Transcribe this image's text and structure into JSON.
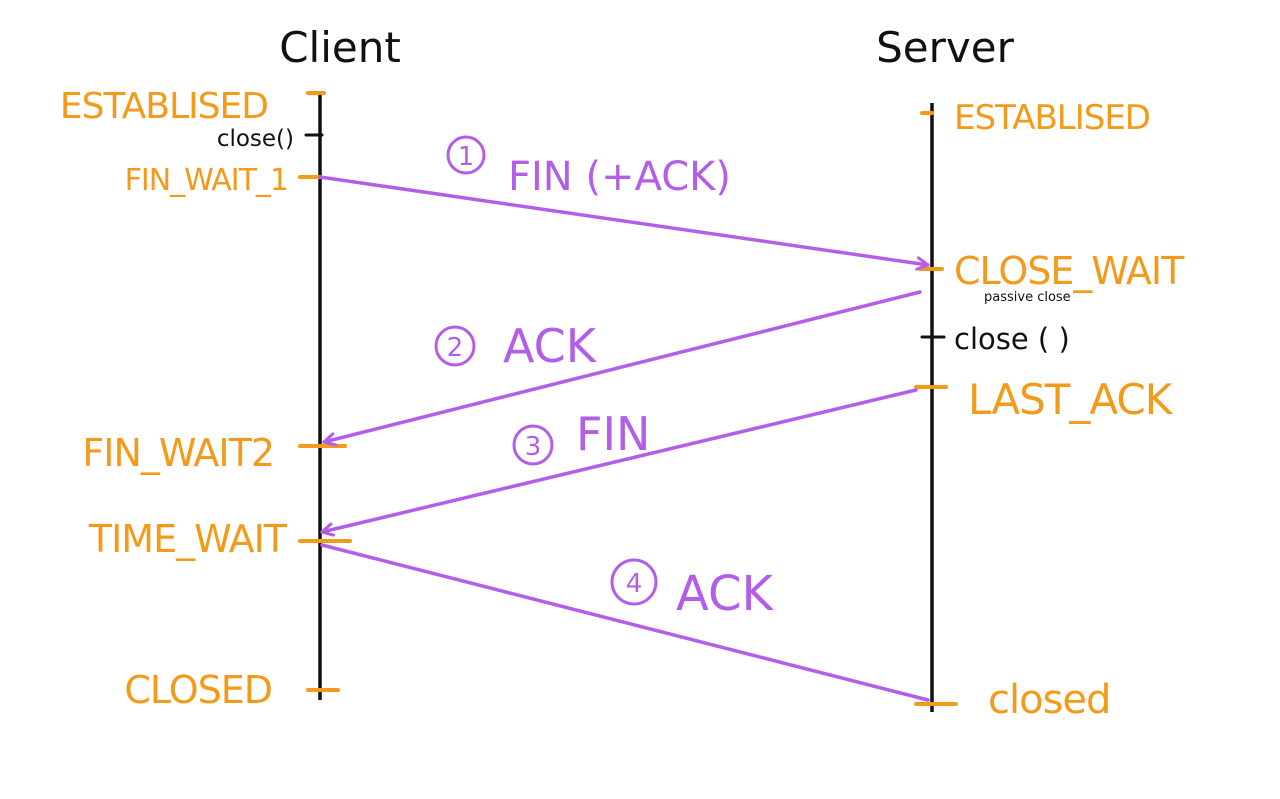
{
  "actors": {
    "client": "Client",
    "server": "Server"
  },
  "client_states": {
    "established": "ESTABLISED",
    "close_call": "close()",
    "fin_wait_1": "FIN_WAIT_1",
    "fin_wait_2": "FIN_WAIT2",
    "time_wait": "TIME_WAIT",
    "closed": "CLOSED"
  },
  "server_states": {
    "established": "ESTABLISED",
    "close_wait": "CLOSE_WAIT",
    "passive_close_note": "passive close",
    "close_call": "close ( )",
    "last_ack": "LAST_ACK",
    "closed": "closed"
  },
  "messages": [
    {
      "number": "1",
      "label": "FIN (+ACK)",
      "from": "client",
      "to": "server"
    },
    {
      "number": "2",
      "label": "ACK",
      "from": "server",
      "to": "client"
    },
    {
      "number": "3",
      "label": "FIN",
      "from": "server",
      "to": "client"
    },
    {
      "number": "4",
      "label": "ACK",
      "from": "client",
      "to": "server"
    }
  ],
  "colors": {
    "state": "#f39a1a",
    "message": "#b35ee8",
    "ink": "#111111",
    "background": "#ffffff"
  }
}
